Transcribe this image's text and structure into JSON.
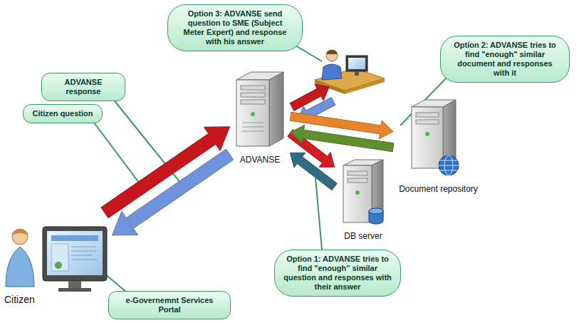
{
  "diagram": {
    "nodes": [
      {
        "text": [
          "Option 3: ADVANSE send question to SME (Subject Meter Expert) and response with his answer"
        ]
      },
      {
        "text": [
          "Option 2: ADVANSE tries to find \"enough\" similar document and responses with it"
        ]
      },
      {
        "text": [
          "ADVANSE response"
        ]
      },
      {
        "text": [
          "Citizen question"
        ]
      },
      {
        "text": [
          "ADVANSE"
        ]
      },
      {
        "text": [
          "Document repository"
        ]
      },
      {
        "text": [
          "DB server"
        ]
      },
      {
        "text": [
          "Citizen"
        ]
      },
      {
        "text": [
          "e-Governemnt Services Portal"
        ]
      },
      {
        "text": [
          "Option 1: ADVANSE tries to find \"enough\" similar question and responses with their answer"
        ]
      }
    ],
    "edges": [
      {
        "from": 7,
        "to": 4,
        "arrow": "to"
      },
      {
        "from": 4,
        "to": 7,
        "arrow": "to"
      },
      {
        "from": 4,
        "to": 6,
        "arrow": "to"
      },
      {
        "from": 6,
        "to": 4,
        "arrow": "to"
      },
      {
        "from": 4,
        "to": 5,
        "arrow": "to"
      },
      {
        "from": 5,
        "to": 4,
        "arrow": "to"
      }
    ]
  }
}
